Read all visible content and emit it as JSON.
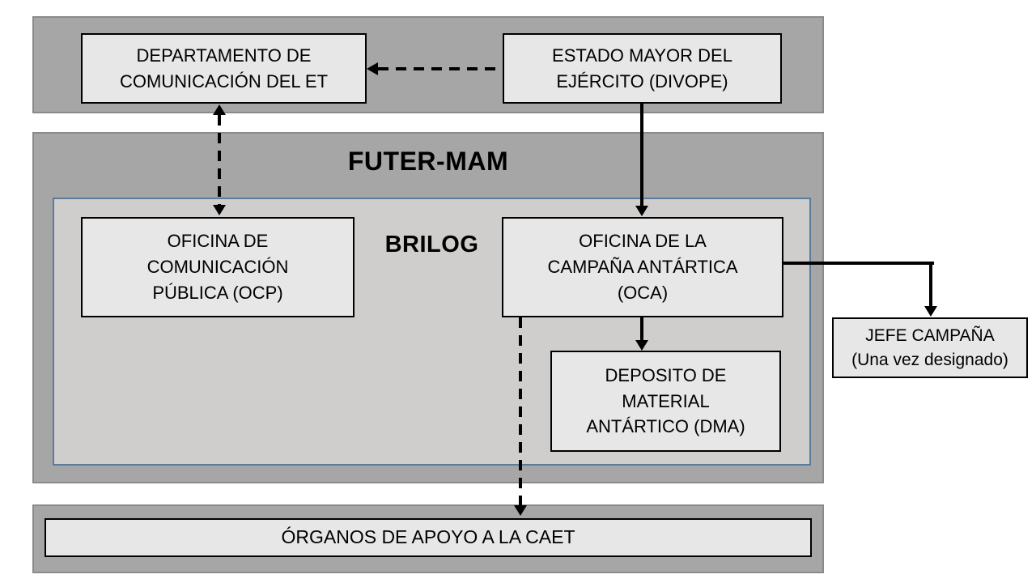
{
  "colors": {
    "page_bg": "#ffffff",
    "band_fill": "#a6a6a6",
    "band_border": "#8a8a8a",
    "node_fill": "#e8e7e7",
    "node_border": "#000000",
    "brilog_fill": "#d0cecd",
    "brilog_border": "#5b7b9c",
    "arrow_color": "#000000",
    "text_color": "#000000"
  },
  "diagram": {
    "futer_mam_label": "FUTER-MAM",
    "brilog_label": "BRILOG",
    "nodes": {
      "departamento": {
        "label": "DEPARTAMENTO DE\nCOMUNICACIÓN DEL ET"
      },
      "estado_mayor": {
        "label": "ESTADO MAYOR DEL\nEJÉRCITO (DIVOPE)"
      },
      "ocp": {
        "label": "OFICINA DE\nCOMUNICACIÓN\nPÚBLICA (OCP)"
      },
      "oca": {
        "label": "OFICINA DE LA\nCAMPAÑA ANTÁRTICA\n(OCA)"
      },
      "dma": {
        "label": "DEPOSITO DE\nMATERIAL\nANTÁRTICO (DMA)"
      },
      "jefe_campana": {
        "label": "JEFE CAMPAÑA\n(Una vez designado)"
      },
      "organos_apoyo": {
        "label": "ÓRGANOS DE APOYO A LA CAET"
      }
    }
  }
}
